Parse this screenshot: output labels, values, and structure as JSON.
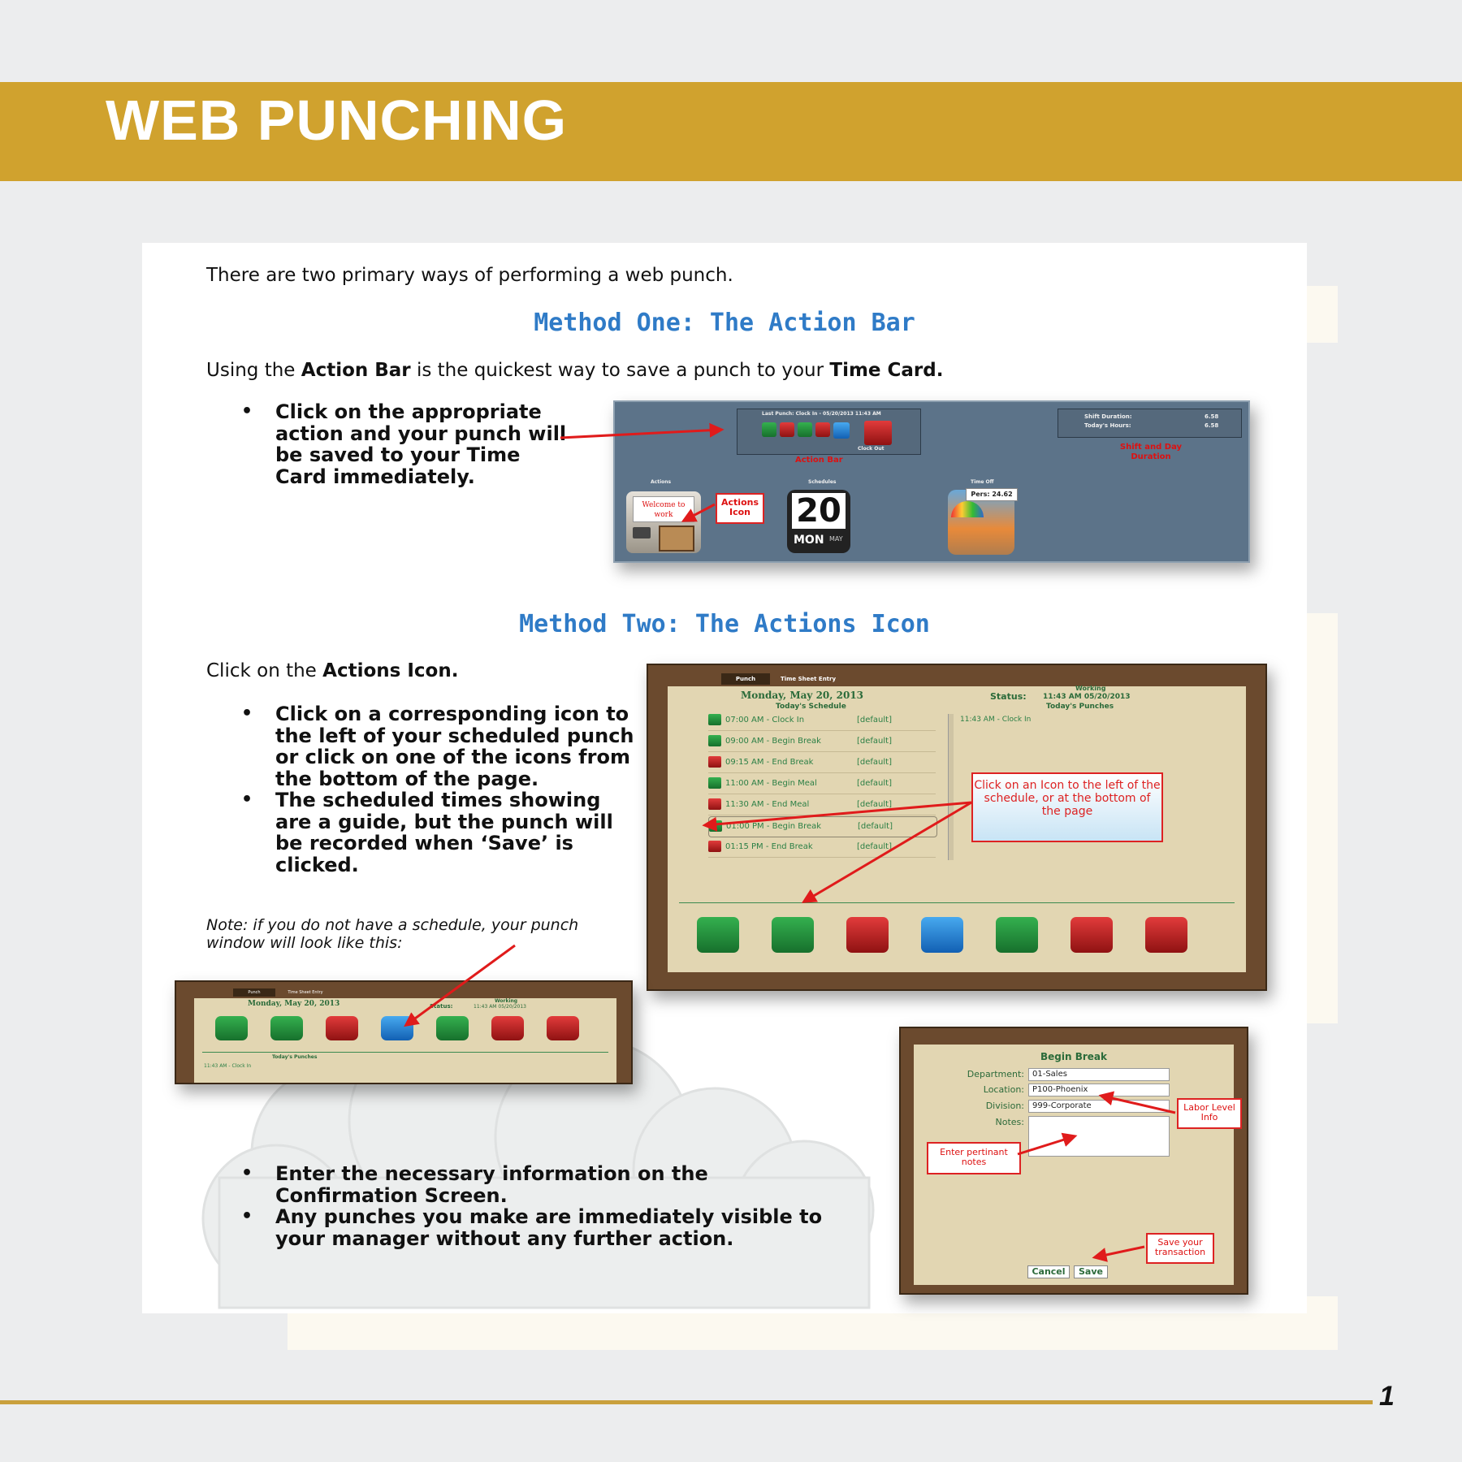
{
  "header": {
    "title": "WEB PUNCHING"
  },
  "intro": "There are two primary ways of performing a web punch.",
  "method_one": {
    "heading": "Method One: The Action Bar",
    "lead_pre": "Using the ",
    "lead_b1": "Action Bar",
    "lead_mid": " is the quickest way to save a punch to your ",
    "lead_b2": "Time Card.",
    "bullet": "Click on the appropriate action and your punch will be saved to your Time Card immediately.",
    "screenshot": {
      "last_punch": "Last Punch: Clock In - 05/20/2013 11:43 AM",
      "clock_out": "Clock Out",
      "action_bar_label": "Action Bar",
      "shift_duration": "Shift Duration:",
      "todays_hours": "Today's Hours:",
      "shift_value": "6.58",
      "hours_value": "6.58",
      "shift_day_label": "Shift and Day Duration",
      "actions_title": "Actions",
      "schedules_title": "Schedules",
      "time_off_title": "Time Off",
      "welcome": "Welcome to work",
      "actions_icon_label": "Actions Icon",
      "calendar_day": "20",
      "calendar_weekday": "MON",
      "calendar_month": "MAY",
      "pers": "Pers: 24.62"
    }
  },
  "method_two": {
    "heading": "Method Two: The Actions Icon",
    "lead_pre": "Click on the ",
    "lead_b": "Actions Icon.",
    "bullets": [
      "Click on a corresponding icon to the left of your scheduled punch or click on one of the icons from the bottom of the page.",
      "The scheduled times showing are a guide, but the punch will be recorded when ‘Save’ is clicked."
    ],
    "note": "Note: if you do not have a schedule, your punch window will look like this:",
    "screenshot": {
      "tab_punch": "Punch",
      "tab_timesheet": "Time Sheet Entry",
      "date": "Monday, May 20, 2013",
      "status_label": "Status:",
      "status_working": "Working",
      "status_time": "11:43 AM 05/20/2013",
      "todays_schedule": "Today's Schedule",
      "todays_punches": "Today's Punches",
      "punch_entry": "11:43 AM - Clock In",
      "schedule": [
        {
          "time": "07:00 AM - Clock In",
          "tag": "[default]"
        },
        {
          "time": "09:00 AM - Begin Break",
          "tag": "[default]"
        },
        {
          "time": "09:15 AM - End Break",
          "tag": "[default]"
        },
        {
          "time": "11:00 AM - Begin Meal",
          "tag": "[default]"
        },
        {
          "time": "11:30 AM - End Meal",
          "tag": "[default]"
        },
        {
          "time": "01:00 PM - Begin Break",
          "tag": "[default]"
        },
        {
          "time": "01:15 PM - End Break",
          "tag": "[default]"
        }
      ],
      "callout": "Click on an Icon to the left of the schedule, or at the bottom of the page"
    }
  },
  "confirmation": {
    "bullets": [
      "Enter the necessary information on the Confirmation Screen.",
      "Any punches you make are immediately visible to your manager without any further action."
    ],
    "screenshot": {
      "title": "Begin Break",
      "department_label": "Department:",
      "department_value": "01-Sales",
      "location_label": "Location:",
      "location_value": "P100-Phoenix",
      "division_label": "Division:",
      "division_value": "999-Corporate",
      "notes_label": "Notes:",
      "labor_callout": "Labor Level Info",
      "notes_callout": "Enter pertinant notes",
      "save_callout": "Save your transaction",
      "cancel": "Cancel",
      "save": "Save"
    }
  },
  "footer": {
    "page_number": "1"
  },
  "colors": {
    "banner": "#d0a22e",
    "heading": "#2f7bc7",
    "rule": "#c9a03c",
    "callout_red": "#dd2222"
  }
}
